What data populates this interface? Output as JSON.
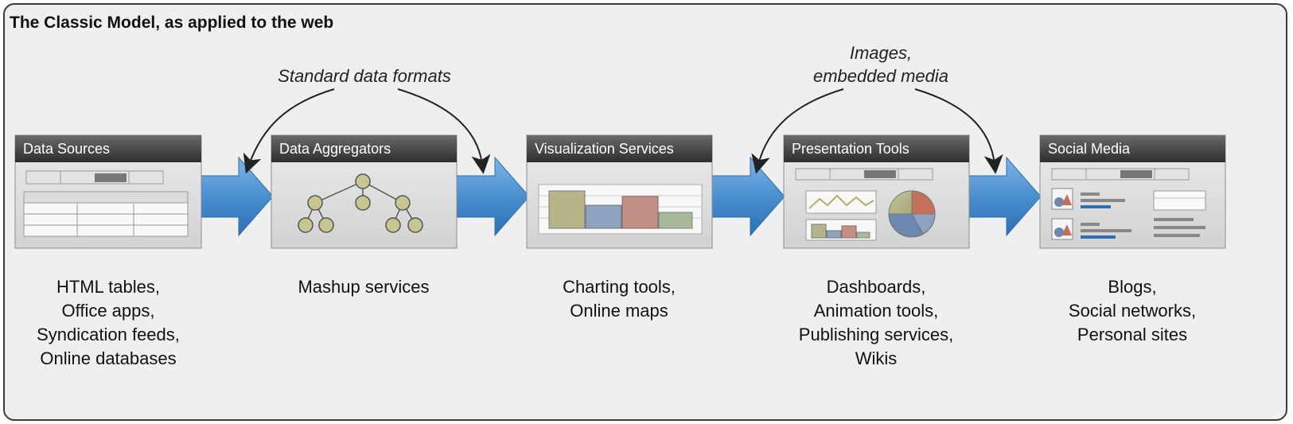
{
  "title": "The Classic Model, as applied to the web",
  "annotations": {
    "formats": "Standard data formats",
    "media_line1": "Images,",
    "media_line2": "embedded media"
  },
  "stages": [
    {
      "title": "Data Sources",
      "desc": [
        "HTML tables,",
        "Office apps,",
        "Syndication feeds,",
        "Online databases"
      ]
    },
    {
      "title": "Data Aggregators",
      "desc": [
        "Mashup services"
      ]
    },
    {
      "title": "Visualization Services",
      "desc": [
        "Charting tools,",
        "Online maps"
      ]
    },
    {
      "title": "Presentation Tools",
      "desc": [
        "Dashboards,",
        "Animation tools,",
        "Publishing services,",
        "Wikis"
      ]
    },
    {
      "title": "Social Media",
      "desc": [
        "Blogs,",
        "Social networks,",
        "Personal sites"
      ]
    }
  ],
  "colors": {
    "header": "#3c3c3c",
    "arrow": "#4a8fd0",
    "panel": "#dcdcdc",
    "tree_node": "#c9c592"
  }
}
